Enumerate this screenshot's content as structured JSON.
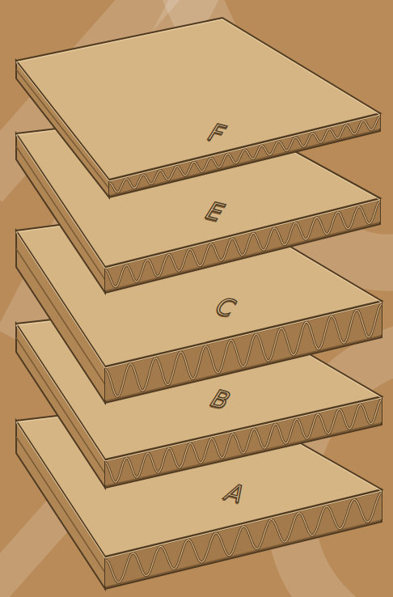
{
  "diagram": {
    "labels": [
      "F",
      "E",
      "C",
      "B",
      "A"
    ]
  }
}
